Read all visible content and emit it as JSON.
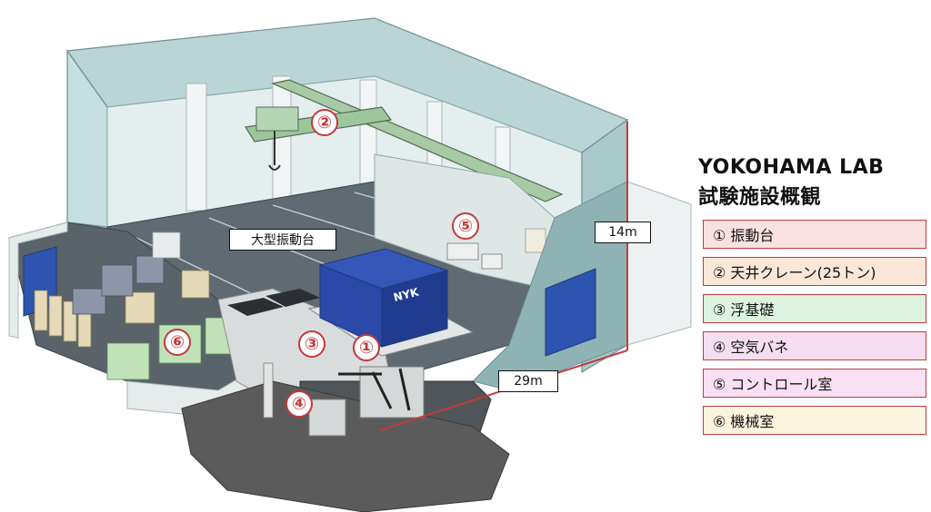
{
  "title": {
    "line1": "YOKOHAMA LAB",
    "line2": "試験施設概観"
  },
  "callouts": {
    "shake_table": "大型振動台",
    "height": "14m",
    "width": "29m"
  },
  "container_text": "NYK",
  "markers": [
    "②",
    "⑤",
    "⑥",
    "③",
    "①",
    "④"
  ],
  "legend": [
    {
      "label": "① 振動台",
      "color": "#f9e1e1"
    },
    {
      "label": "② 天井クレーン(25トン)",
      "color": "#fbe7d8"
    },
    {
      "label": "③ 浮基礎",
      "color": "#ddf2e1"
    },
    {
      "label": "④ 空気バネ",
      "color": "#f6def0"
    },
    {
      "label": "⑤ コントロール室",
      "color": "#fae0f3"
    },
    {
      "label": "⑥ 機械室",
      "color": "#fcf4df"
    }
  ],
  "colors": {
    "wall": "#b9d5d6",
    "wall_dark": "#8fb3b5",
    "floor": "#5f6a72",
    "machine_green": "#bfe2b8",
    "machine_beige": "#e6d9b8",
    "container_blue": "#2a49a8",
    "accent_red": "#c23a3a",
    "ground": "#5b5b5b"
  }
}
